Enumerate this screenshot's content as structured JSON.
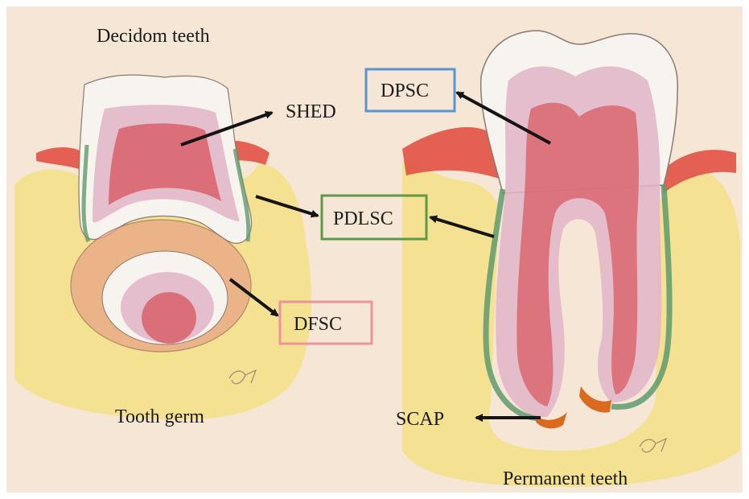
{
  "labels": {
    "deciduous_teeth": "Decidom teeth",
    "tooth_germ": "Tooth germ",
    "permanent_teeth": "Permanent teeth",
    "shed": "SHED",
    "dpsc": "DPSC",
    "pdlsc": "PDLSC",
    "dfsc": "DFSC",
    "scap": "SCAP"
  },
  "colors": {
    "paper": "#f6e6d6",
    "bone": "#f3df86",
    "gingiva": "#e0483c",
    "enamel": "#f7f3ee",
    "dentin": "#e2b4c8",
    "pulp": "#d9626a",
    "pdl": "#5f9a6e",
    "follicle": "#e7a485",
    "apical_papilla": "#d96a1e",
    "dpsc_box": "#5b94cf",
    "pdlsc_box": "#5d9a48",
    "dfsc_box": "#ec9499",
    "arrow": "#141414"
  }
}
